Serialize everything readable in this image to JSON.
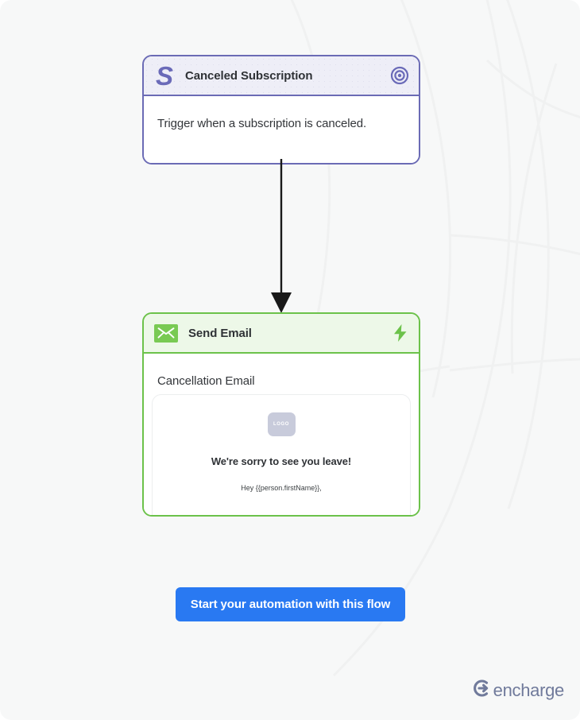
{
  "theme": {
    "canvas_bg": "#f7f8f8",
    "trigger_accent": "#6b6bb5",
    "trigger_header_bg": "#eeeef7",
    "email_accent": "#6cc24a",
    "email_header_bg": "#edf8e8",
    "cta_bg": "#2979f2",
    "brand_color": "#707a9b",
    "text_color": "#33363a"
  },
  "flow": {
    "trigger_node": {
      "icon": "stripe-logo-icon",
      "icon_glyph": "S",
      "title": "Canceled Subscription",
      "right_icon": "target-icon",
      "description": "Trigger when a subscription is canceled."
    },
    "connector": {
      "icon": "arrow-down-connector",
      "color": "#191919"
    },
    "email_node": {
      "icon": "envelope-icon",
      "title": "Send Email",
      "right_icon": "lightning-bolt-icon",
      "email_name": "Cancellation Email",
      "preview": {
        "logo_placeholder": "LOGO",
        "heading": "We're sorry to see you leave!",
        "greeting": "Hey {{person.firstName}},"
      }
    }
  },
  "cta": {
    "label": "Start your automation with this flow"
  },
  "brand": {
    "icon": "encharge-logo-icon",
    "name": "encharge"
  }
}
